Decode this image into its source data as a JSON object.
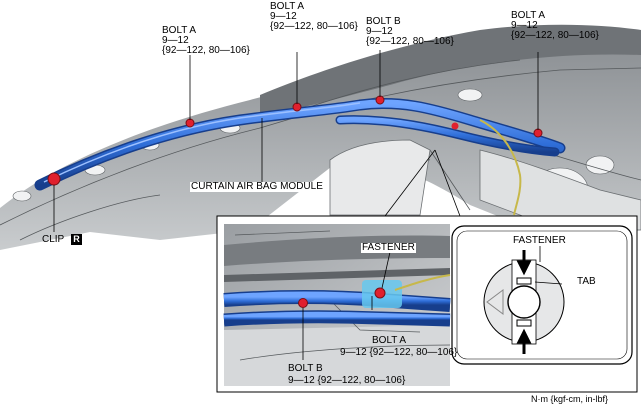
{
  "callouts": {
    "bolt_a_1": {
      "name": "BOLT A",
      "torque_nm": "9—12",
      "torque_alt": "{92—122, 80—106}"
    },
    "bolt_a_2": {
      "name": "BOLT A",
      "torque_nm": "9—12",
      "torque_alt": "{92—122, 80—106}"
    },
    "bolt_b_1": {
      "name": "BOLT B",
      "torque_nm": "9—12",
      "torque_alt": "{92—122, 80—106}"
    },
    "bolt_a_3": {
      "name": "BOLT A",
      "torque_nm": "9—12",
      "torque_alt": "{92—122, 80—106}"
    },
    "curtain_module": "CURTAIN AIR BAG MODULE",
    "clip": "CLIP",
    "clip_badge": "R",
    "detail_fastener": "FASTENER",
    "detail_bolt_a": {
      "name": "BOLT A",
      "torque": "9—12 {92—122, 80—106}"
    },
    "detail_bolt_b": {
      "name": "BOLT B",
      "torque": "9—12 {92—122, 80—106}"
    },
    "inset_fastener": "FASTENER",
    "inset_tab": "TAB"
  },
  "units": "N·m {kgf-cm, in-lbf}",
  "colors": {
    "airbag_blue": "#2f6ed8",
    "bolt_red": "#e0202e",
    "fastener_cyan": "#66c8ee"
  }
}
